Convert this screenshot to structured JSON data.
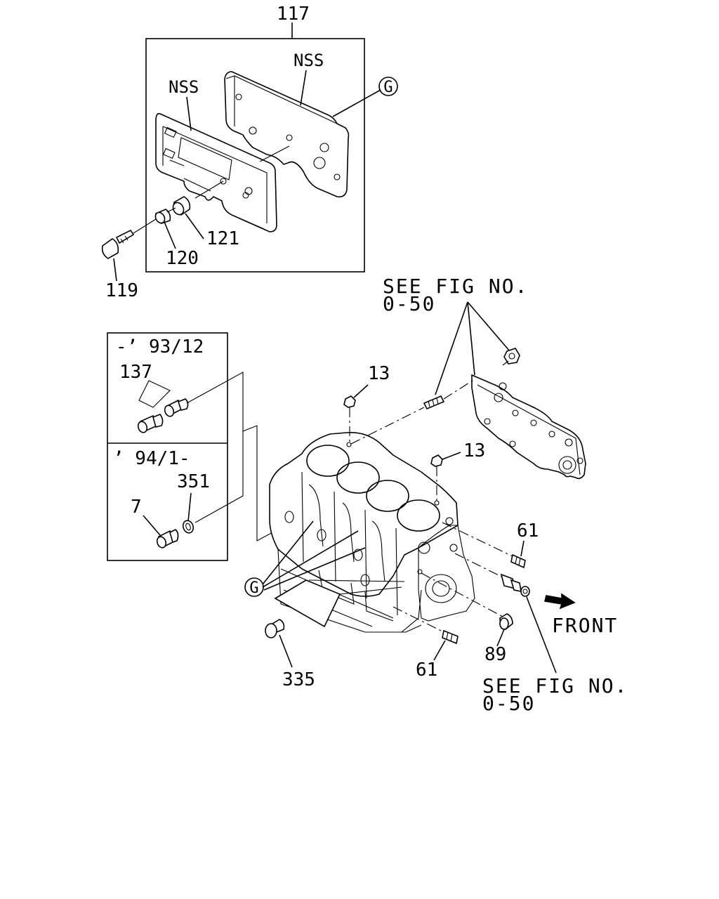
{
  "callouts": {
    "c117": "117",
    "c119": "119",
    "c120": "120",
    "c121": "121",
    "nss_left": "NSS",
    "nss_right": "NSS",
    "c137": "137",
    "c351": "351",
    "c7": "7",
    "c13a": "13",
    "c13b": "13",
    "c61a": "61",
    "c61b": "61",
    "c89": "89",
    "c335": "335"
  },
  "markers": {
    "g_top": "G",
    "g_bottom": "G"
  },
  "date_ranges": {
    "before": "-’ 93/12",
    "after": "’ 94/1-"
  },
  "references": {
    "top_line1": "SEE FIG NO.",
    "top_line2": "0-50",
    "bottom_line1": "SEE FIG NO.",
    "bottom_line2": "0-50"
  },
  "direction_label": "FRONT"
}
